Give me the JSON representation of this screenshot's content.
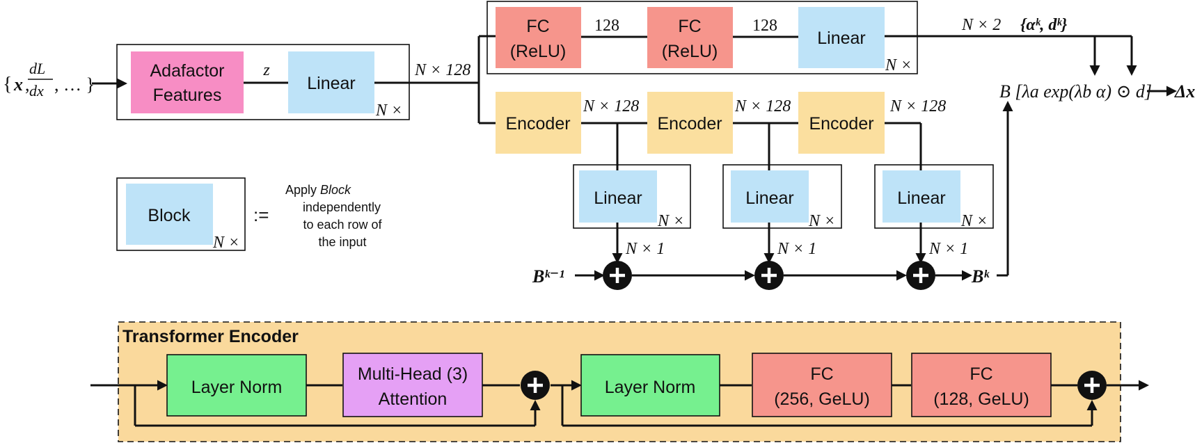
{
  "colors": {
    "adafactor": "#F78DC4",
    "linear": "#BEE3F8",
    "fc": "#F6958C",
    "encoder": "#FBDF9F",
    "layernorm": "#76F08F",
    "attention": "#E5A0F5",
    "transformer_bg": "#FAD99C"
  },
  "top": {
    "input_label_open": "{",
    "input_label_x": "x",
    "input_label_dL": "dL",
    "input_label_dx": "dx",
    "input_label_rest": ", … }",
    "adafactor_line1": "Adafactor",
    "adafactor_line2": "Features",
    "z_label": "z",
    "linear": "Linear",
    "nx": "N ×",
    "n128": "N × 128",
    "fc_line1": "FC",
    "fc_line2": "(ReLU)",
    "dim128": "128",
    "n2": "N × 2",
    "alpha_d": "{αᵏ, dᵏ}",
    "encoder": "Encoder",
    "n1": "N × 1",
    "b_prev": "Bᵏ⁻¹",
    "b_k": "Bᵏ",
    "update_expr": "B [λa exp(λb α) ⊙ d]",
    "delta_x": "Δx"
  },
  "legend": {
    "block": "Block",
    "assign": ":=",
    "desc_line1": "Apply",
    "desc_italic": "Block",
    "desc_line2": "independently",
    "desc_line3": "to each row of",
    "desc_line4": "the input"
  },
  "transformer": {
    "title": "Transformer Encoder",
    "layer_norm": "Layer Norm",
    "mha_line1": "Multi-Head (3)",
    "mha_line2": "Attention",
    "fc1_line1": "FC",
    "fc1_line2": "(256, GeLU)",
    "fc2_line1": "FC",
    "fc2_line2": "(128, GeLU)"
  }
}
